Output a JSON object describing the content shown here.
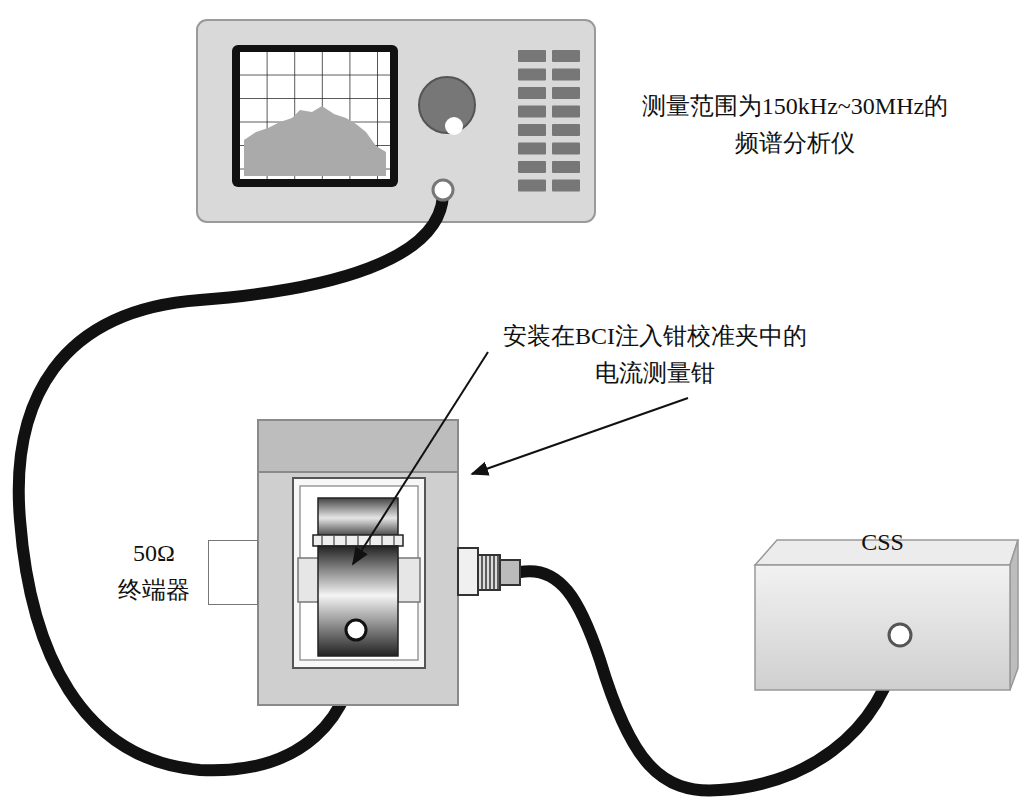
{
  "diagram": {
    "nodes": [
      {
        "text": [
          "测量范围为150kHz~30MHz的 频谱分析仪"
        ]
      },
      {
        "text": [
          "50Ω 终端器"
        ]
      },
      {
        "text": [
          "CSS"
        ]
      }
    ],
    "labels": [
      "安装在BCI注入钳校准夹中的 电流测量钳"
    ]
  }
}
